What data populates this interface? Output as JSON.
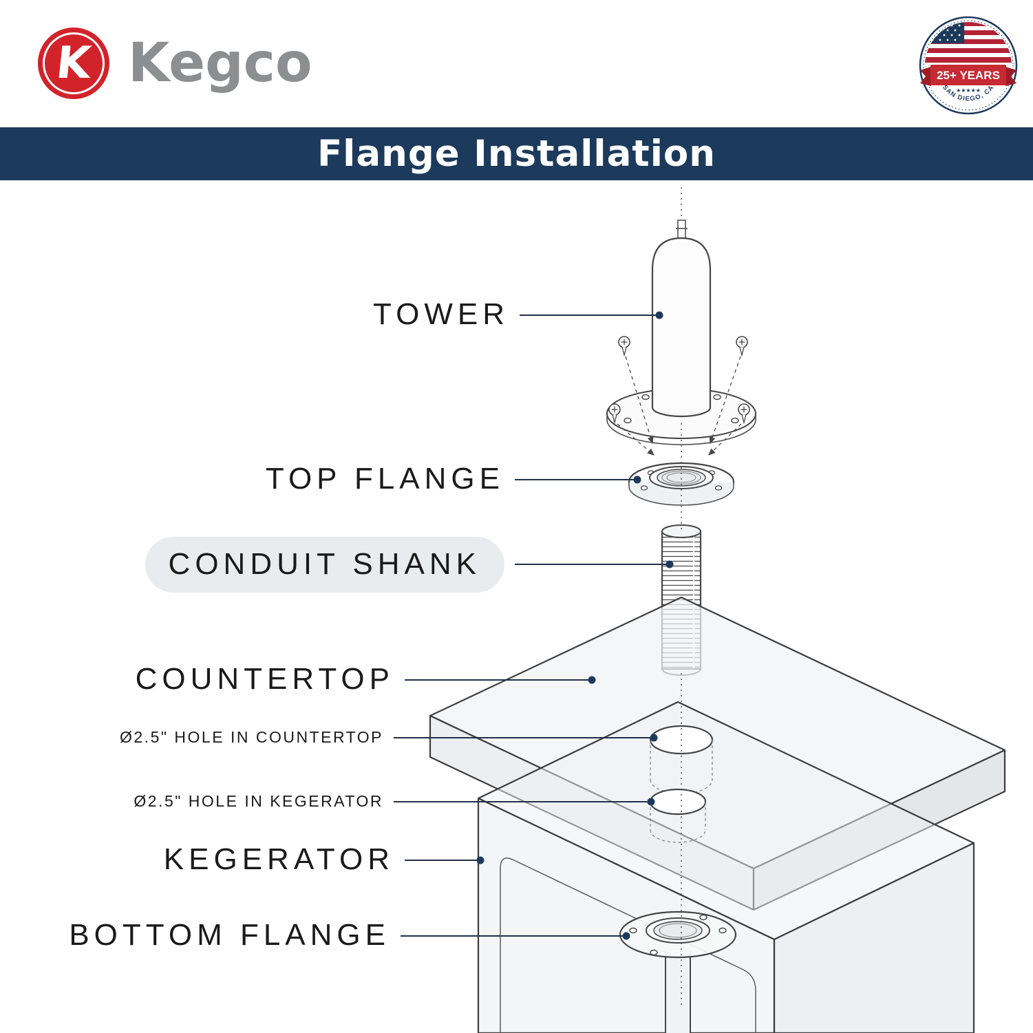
{
  "header": {
    "brand": "Kegco",
    "logo_letter": "K",
    "badge": {
      "years": "25+ YEARS",
      "stars": "★★★★★",
      "location": "SAN DIEGO, CA"
    }
  },
  "title_bar": {
    "title": "Flange Installation"
  },
  "diagram": {
    "labels": [
      {
        "id": "tower",
        "text": "TOWER"
      },
      {
        "id": "top-flange",
        "text": "TOP FLANGE"
      },
      {
        "id": "conduit-shank",
        "text": "CONDUIT SHANK",
        "highlighted": true
      },
      {
        "id": "countertop",
        "text": "COUNTERTOP"
      },
      {
        "id": "hole-in-countertop",
        "text": "Ø2.5\" HOLE IN COUNTERTOP"
      },
      {
        "id": "hole-in-kegerator",
        "text": "Ø2.5\" HOLE IN KEGERATOR"
      },
      {
        "id": "kegerator",
        "text": "KEGERATOR"
      },
      {
        "id": "bottom-flange",
        "text": "BOTTOM FLANGE"
      }
    ]
  },
  "colors": {
    "brand_red": "#D2232A",
    "brand_gray": "#8C8E90",
    "navy": "#1C3A5C",
    "label_highlight": "#E9EBEE"
  }
}
